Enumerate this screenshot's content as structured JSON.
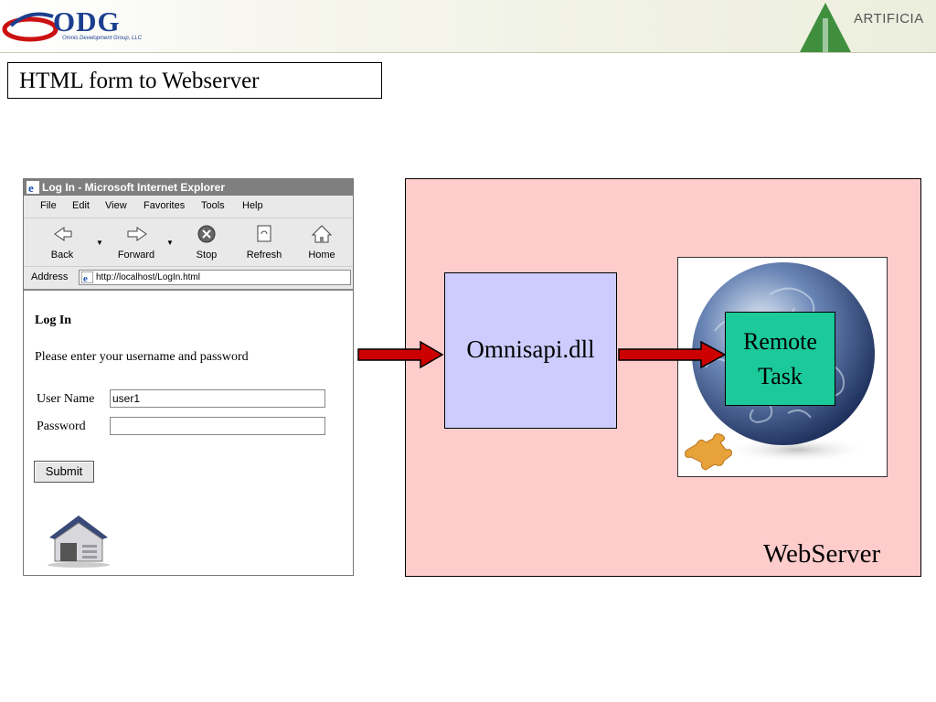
{
  "header": {
    "logo_text": "ODG",
    "logo_subtitle": "Omnis Development Group, LLC",
    "right_logo_text": "ARTIFICIA"
  },
  "slide": {
    "title": "HTML form to Webserver"
  },
  "browser": {
    "window_title": "Log In - Microsoft Internet Explorer",
    "menu": [
      "File",
      "Edit",
      "View",
      "Favorites",
      "Tools",
      "Help"
    ],
    "toolbar": {
      "back": "Back",
      "forward": "Forward",
      "stop": "Stop",
      "refresh": "Refresh",
      "home": "Home"
    },
    "address_label": "Address",
    "address_value": "http://localhost/LogIn.html",
    "page": {
      "heading": "Log In",
      "instructions": "Please enter your username and password",
      "username_label": "User Name",
      "username_value": "user1",
      "password_label": "Password",
      "password_value": "",
      "submit_label": "Submit"
    }
  },
  "diagram": {
    "server_label": "WebServer",
    "dll_label": "Omnisapi.dll",
    "task_label_line1": "Remote",
    "task_label_line2": "Task"
  },
  "colors": {
    "webserver_fill": "#ffcccc",
    "dll_fill": "#ccccff",
    "task_fill": "#1bc99a",
    "arrow_fill": "#cc0000",
    "logo_blue": "#1b3f8f"
  }
}
